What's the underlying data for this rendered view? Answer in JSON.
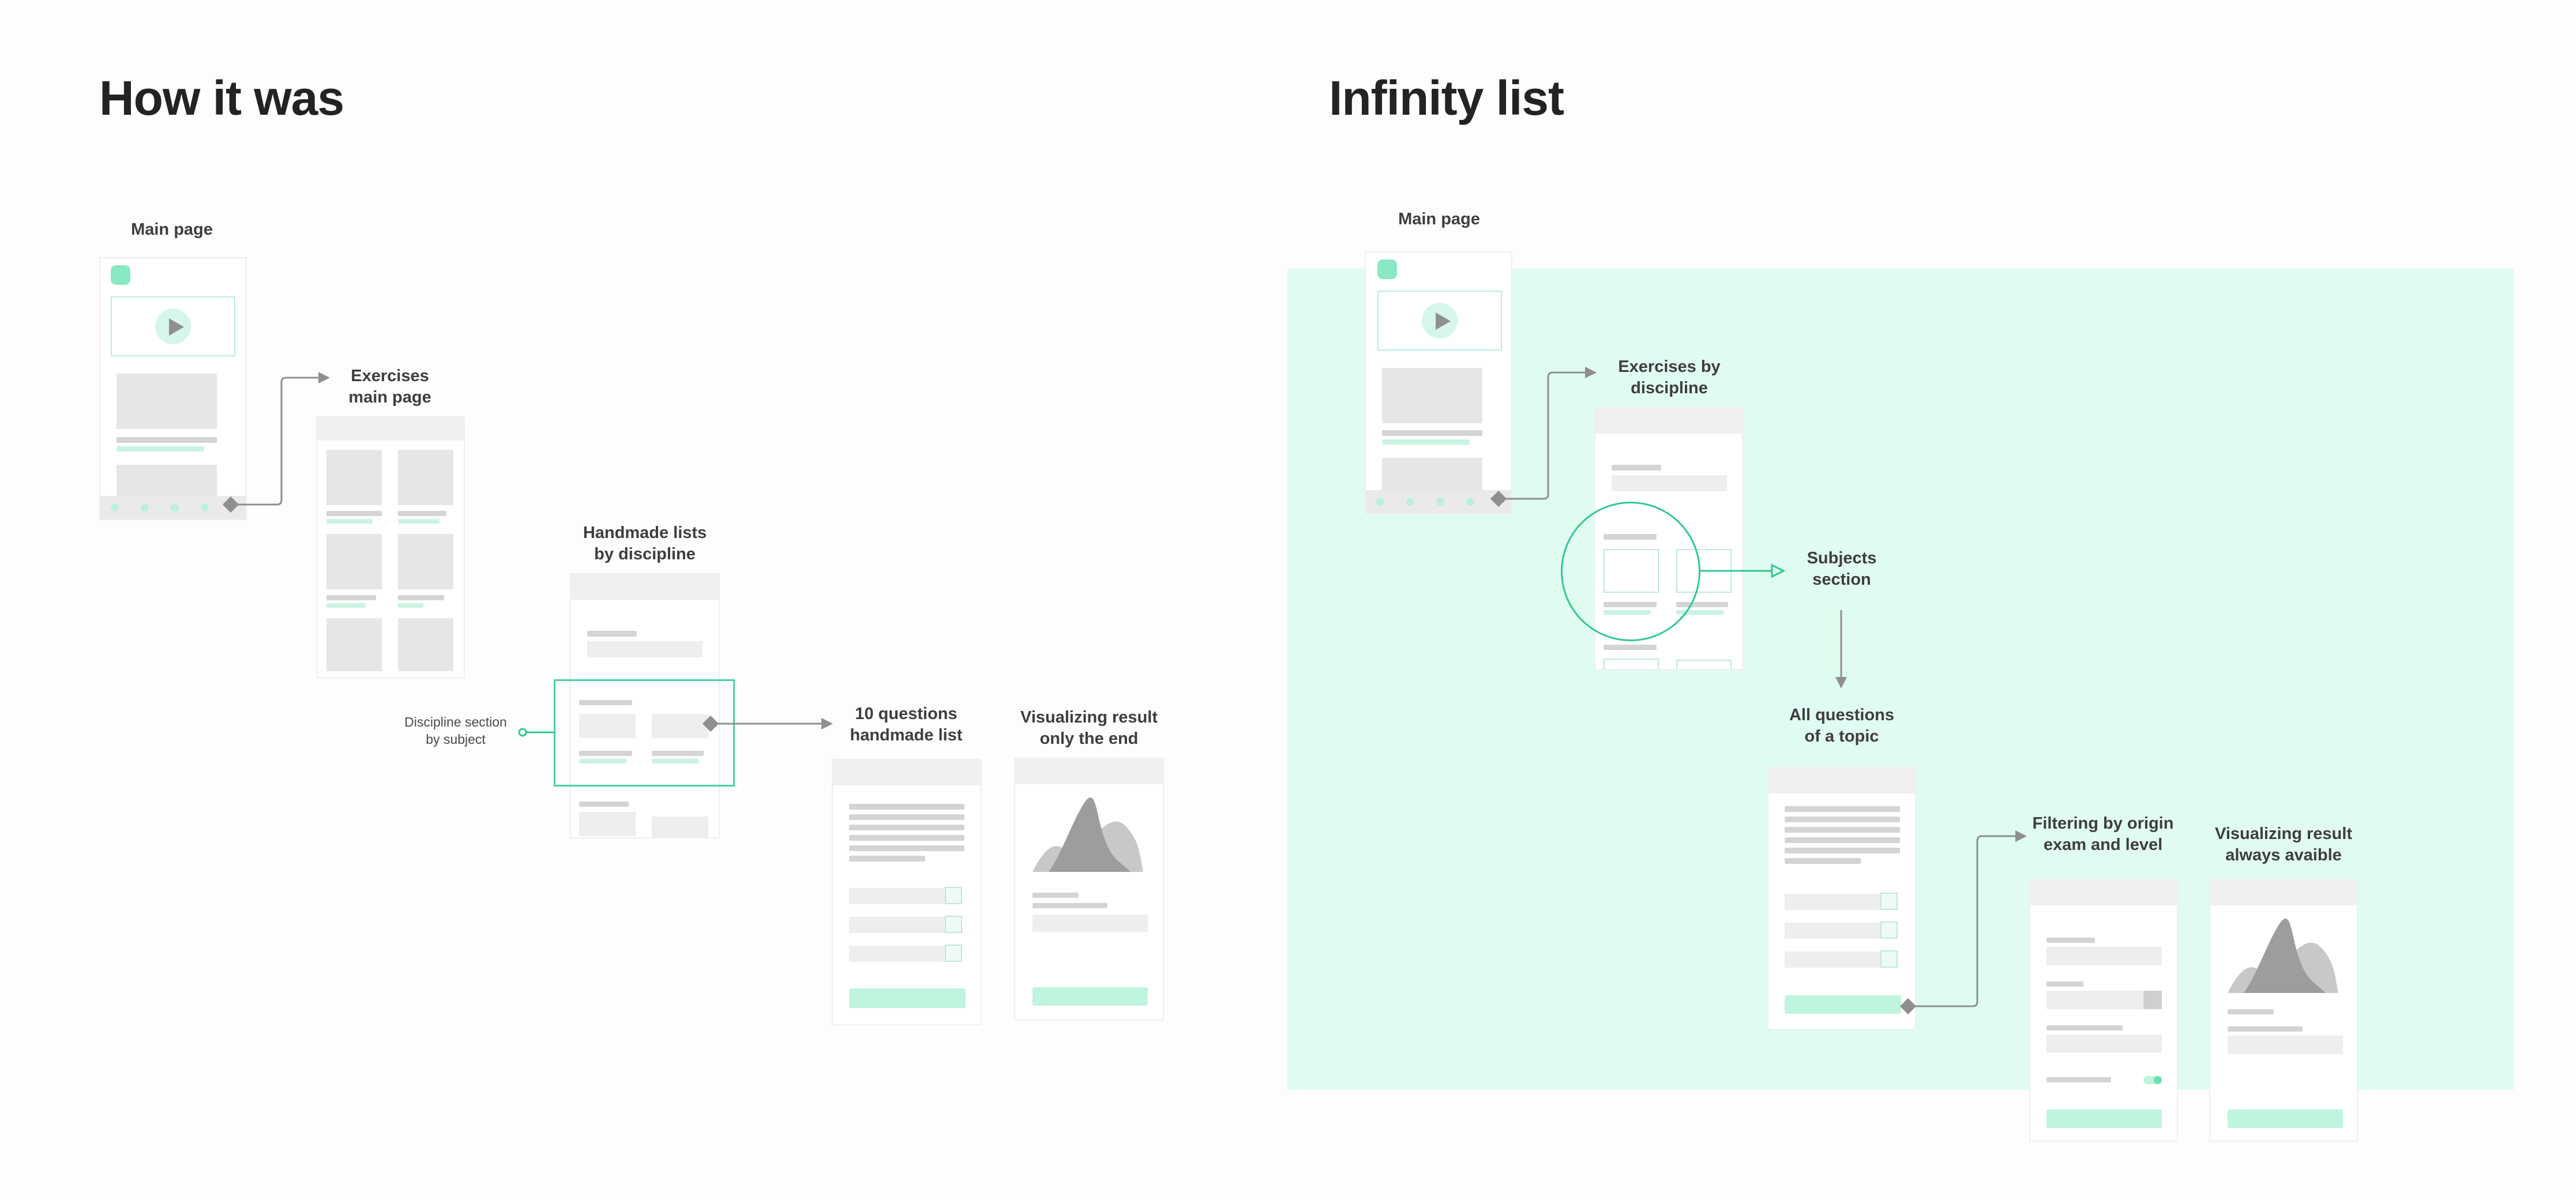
{
  "left": {
    "title": "How it was",
    "labels": {
      "main_page": "Main page",
      "exercises_main": "Exercises\nmain page",
      "handmade_lists": "Handmade lists\nby discipline",
      "discipline_section": "Discipline section\nby subject",
      "ten_questions": "10 questions\nhandmade list",
      "visualizing_end": "Visualizing result\nonly the end"
    }
  },
  "right": {
    "title": "Infinity list",
    "labels": {
      "main_page": "Main page",
      "exercises_by_discipline": "Exercises by\ndiscipline",
      "subjects_section": "Subjects\nsection",
      "all_questions": "All questions\nof a topic",
      "filtering": "Filtering by origin\nexam and level",
      "visualizing_always": "Visualizing result\nalways avaible"
    }
  },
  "colors": {
    "mint_bg": "#e0fcf0",
    "accent_green": "#2fc892",
    "connector_gray": "#8f8f8f",
    "chart_dark": "#9d9d9d",
    "chart_light": "#c8c8c8"
  },
  "icons": [
    "play-icon",
    "connector-diamond-icon",
    "arrow-head-icon",
    "open-arrow-icon",
    "connector-dot-icon"
  ]
}
